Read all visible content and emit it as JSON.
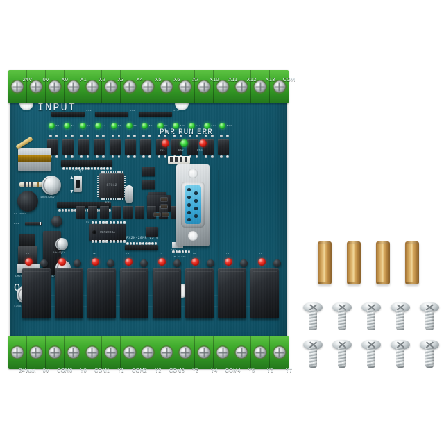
{
  "product": {
    "title": "FX2N-20MR PLC industrial control board with mounting hardware",
    "board_silkscreen": {
      "input_label": "INPUT",
      "output_label": "OUTPU",
      "model": "FX2N-20MR V5.0",
      "stop_switch": "Stop",
      "mcu_mark": "STC12",
      "dip_mark": "ULN2003A",
      "status_group": [
        "PWR",
        "RUN",
        "ERR"
      ],
      "status_refs": [
        "D51",
        "D52",
        "D53"
      ],
      "misc_refs": [
        "C1",
        "C2",
        "C3",
        "R1",
        "R2",
        "U1",
        "U2",
        "U3",
        "J1",
        "J2",
        "VR2",
        "D31",
        "D32",
        "L1"
      ],
      "cap_values": [
        "470u/25V",
        "100u/25V",
        "10u/25V",
        "1000u/25V"
      ]
    },
    "colors": {
      "pcb": "#12566a",
      "terminal_green": "#3faa2c",
      "led_green": "#2fd24a",
      "led_red": "#ef372c",
      "standoff_brass": "#d9ab5f",
      "screw_silver": "#c7ced1",
      "background": "#ffffff",
      "connector_blue": "#3aa9d8"
    }
  },
  "input_terminals": {
    "strip_name": "input-terminal-block",
    "labels": [
      "24V",
      "0V",
      "X0",
      "X1",
      "X2",
      "X3",
      "X4",
      "X5",
      "X6",
      "X7",
      "X10",
      "X11",
      "X12",
      "X13",
      "COM"
    ]
  },
  "output_terminals": {
    "strip_name": "output-terminal-block",
    "labels": [
      "24Vout",
      "0V",
      "COM0",
      "Y0",
      "COM1",
      "Y1",
      "COM2",
      "Y2",
      "COM3",
      "Y3",
      "Y4",
      "COM4",
      "Y5",
      "Y6",
      "Y7"
    ]
  },
  "input_leds": {
    "color": "green",
    "labels": [
      "X0",
      "X1",
      "X2",
      "X3",
      "X4",
      "X5",
      "X6",
      "X7",
      "X10",
      "X11",
      "X12",
      "X13"
    ]
  },
  "output_leds": {
    "color": "red",
    "labels": [
      "Y0",
      "Y1",
      "Y2",
      "Y3",
      "Y4",
      "Y5",
      "Y6",
      "Y7"
    ]
  },
  "status_leds": [
    {
      "label": "PWR",
      "ref": "D51",
      "color": "red"
    },
    {
      "label": "RUN",
      "ref": "D52",
      "color": "green"
    },
    {
      "label": "ERR",
      "ref": "D53",
      "color": "red"
    }
  ],
  "relays": {
    "count": 8,
    "name": "output-relay"
  },
  "connector": {
    "type": "DB9",
    "pins": 9,
    "name": "db9-serial-connector"
  },
  "hardware": {
    "standoffs": {
      "count": 4,
      "material": "brass",
      "name": "brass-standoff-spacer"
    },
    "screws": {
      "count": 10,
      "rows": 2,
      "per_row": 5,
      "type": "phillips",
      "name": "mounting-screw"
    }
  }
}
